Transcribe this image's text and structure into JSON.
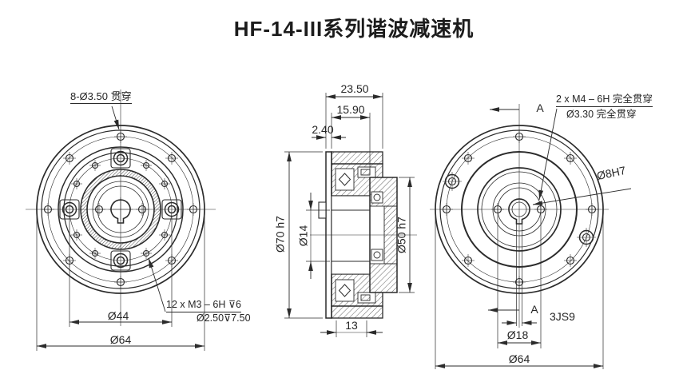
{
  "title": "HF-14-III系列谐波减速机",
  "colors": {
    "ink": "#2b2b2b",
    "background": "#ffffff"
  },
  "front": {
    "callout_holes": "8-Ø3.50 贯穿",
    "callout_tapped_line1": "12 x M3 – 6H ⊽6",
    "callout_tapped_line2": "Ø2.50⊽7.50",
    "dim_bolt_circle": "Ø44",
    "dim_outer_diameter": "Ø64"
  },
  "section": {
    "dim_total_length": "23.50",
    "dim_body_length": "15.90",
    "dim_flange_thickness": "2.40",
    "dim_flange_diameter": "Ø70 h7",
    "dim_bore_diameter": "Ø14",
    "dim_pilot_diameter": "Ø50 h7",
    "dim_hub_width": "13"
  },
  "back": {
    "section_marker_top": "A",
    "section_marker_bottom": "A",
    "callout_tapped_line1": "2 x M4 – 6H 完全贯穿",
    "callout_tapped_line2": "Ø3.30 完全贯穿",
    "callout_center_bore": "Ø8H7",
    "dim_keyway_width": "3JS9",
    "dim_hole_circle": "Ø18",
    "dim_outer_diameter": "Ø64"
  }
}
